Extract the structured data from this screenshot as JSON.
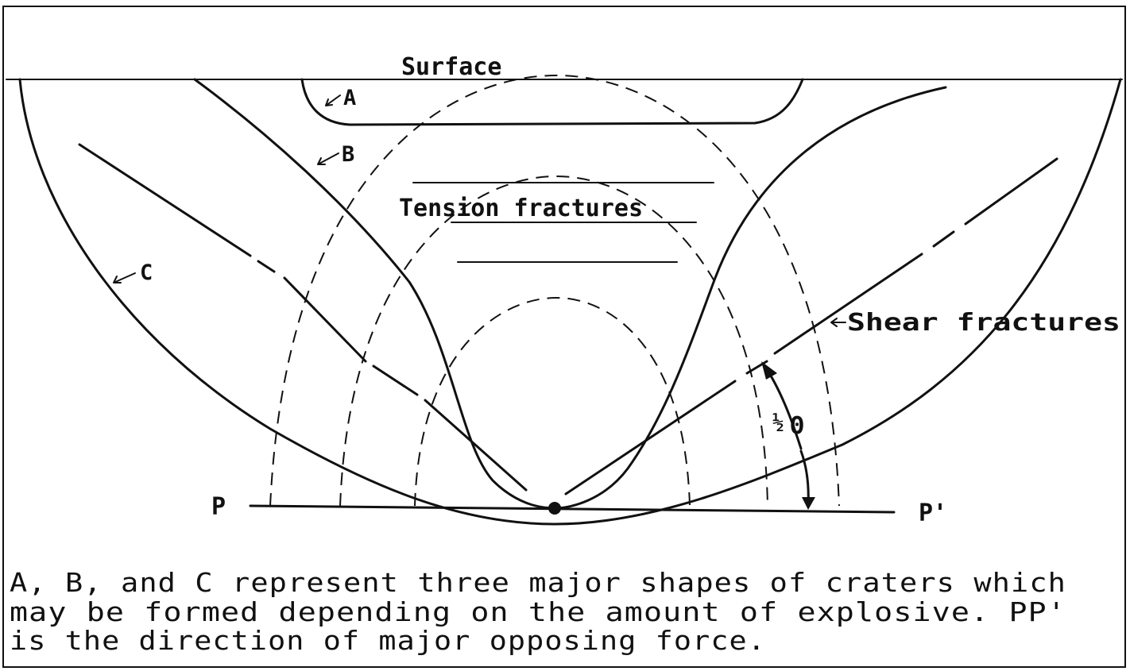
{
  "labels": {
    "surface": "Surface",
    "crater_a": "A",
    "crater_b": "B",
    "crater_c": "C",
    "tension_fractures": "Tension fractures",
    "shear_fractures": "Shear fractures",
    "angle_half": "½",
    "angle_theta": "Θ",
    "point_p": "P",
    "point_p_prime": "P'"
  },
  "caption": {
    "line1": "A, B, and C represent three major shapes of craters which",
    "line2": "may be formed depending on the amount of explosive.  PP'",
    "line3": "is the direction of major opposing force."
  }
}
